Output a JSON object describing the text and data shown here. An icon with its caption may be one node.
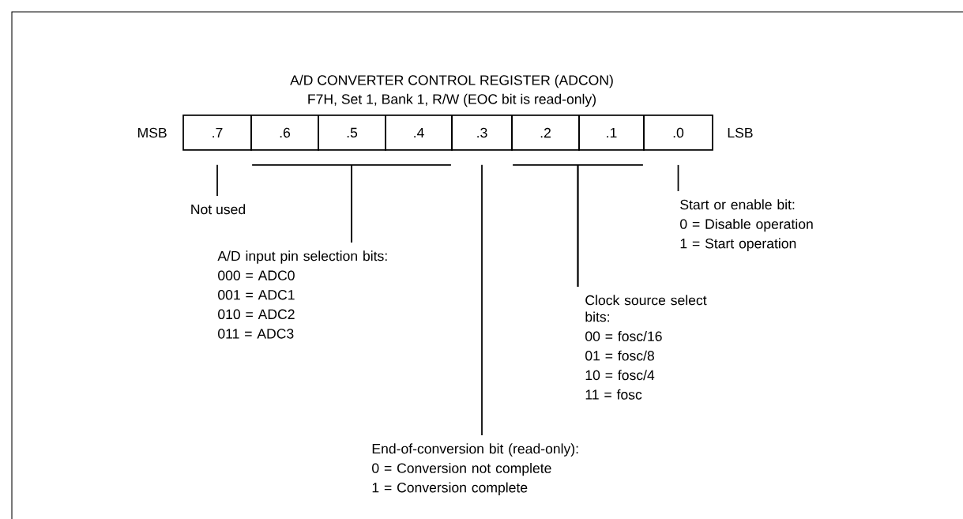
{
  "diagram": {
    "title": "A/D CONVERTER CONTROL REGISTER (ADCON)",
    "nodes": [
      {
        "text": [
          ".7"
        ]
      },
      {
        "text": [
          ".6"
        ]
      },
      {
        "text": [
          ".5"
        ]
      },
      {
        "text": [
          ".4"
        ]
      },
      {
        "text": [
          ".3"
        ]
      },
      {
        "text": [
          ".2"
        ]
      },
      {
        "text": [
          ".1"
        ]
      },
      {
        "text": [
          ".0"
        ]
      },
      {
        "text": [
          "Not used"
        ]
      },
      {
        "text": [
          "Start or enable bit:",
          "0 = Disable operation",
          "1 = Start operation"
        ]
      },
      {
        "text": [
          "A/D input pin selection bits:",
          "000 = ADC0",
          "001 = ADC1",
          "010 = ADC2",
          "011 = ADC3"
        ]
      },
      {
        "text": [
          "Clock source select bits:",
          "00 = fosc/16",
          "01 = fosc/8",
          "10 = fosc/4",
          "11 = fosc"
        ]
      },
      {
        "text": [
          "End-of-conversion bit (read-only):",
          "0 = Conversion not complete",
          "1 = Conversion complete"
        ]
      }
    ],
    "edges": [
      {
        "from": 0,
        "to": 8,
        "arrow": "none"
      },
      {
        "from": 7,
        "to": 9,
        "arrow": "none"
      },
      {
        "from": 1,
        "to": 10,
        "arrow": "none"
      },
      {
        "from": 2,
        "to": 10,
        "arrow": "none"
      },
      {
        "from": 3,
        "to": 10,
        "arrow": "none"
      },
      {
        "from": 5,
        "to": 11,
        "arrow": "none"
      },
      {
        "from": 6,
        "to": 11,
        "arrow": "none"
      },
      {
        "from": 4,
        "to": 12,
        "arrow": "none"
      }
    ],
    "labels": [
      "F7H, Set 1, Bank 1, R/W (EOC bit is read-only)",
      "MSB",
      "LSB"
    ]
  }
}
